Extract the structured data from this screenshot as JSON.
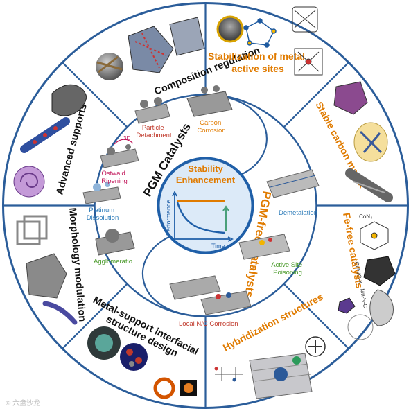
{
  "center": {
    "title_line1": "Stability",
    "title_line2": "Enhancement",
    "y_axis": "Performance",
    "x_axis": "Time"
  },
  "middle_ring": {
    "pgm_title": "PGM Catalysts",
    "pgm_free_title": "PGM-free Catalysts"
  },
  "pgm_items": {
    "particle_detachment": "Particle\nDetachment",
    "carbon_corrosion": "Carbon\nCorrosion",
    "ostwald_ripening": "Ostwald\nRipening",
    "platinum_dissolution": "Platinum\nDissolution",
    "agglomeration": "Agglomeratio",
    "three_d": "3D"
  },
  "pgm_free_items": {
    "demetalation": "Demetalation",
    "active_site_poisoning": "Active Site\nPoisoning",
    "local_nc_corrosion": "Local N/C Corrosion"
  },
  "outer_segments": {
    "composition_regulation": "Composition regulation",
    "stabilization": "Stabilization of metal\nactive sites",
    "stable_carbon": "Stable carbon matrix",
    "fe_free": "Fe-free catalysts",
    "hybridization": "Hybridization structures",
    "metal_support": "Metal-support interfacial\nstructure design",
    "morphology": "Morphology modulation",
    "advanced_supports": "Advanced supports"
  },
  "fe_free_labels": {
    "con4": "CoN₄",
    "crnc": "Cr/N/C-X",
    "mnnc": "Mn-N-C"
  },
  "watermark": "© 六盘沙龙",
  "colors": {
    "ring_outer": "#2b5d9a",
    "ring_fill": "#ffffff",
    "pgm_orange": "#e07b00",
    "center_fill": "#dceaf8",
    "center_ring": "#1f5fa8",
    "red_label": "#c0392b",
    "pink_label": "#c2185b",
    "blue_label": "#2a7ab8",
    "green_label": "#4a9a2a",
    "curve_blue": "#1f5fa8",
    "curve_orange": "#e07b00"
  }
}
